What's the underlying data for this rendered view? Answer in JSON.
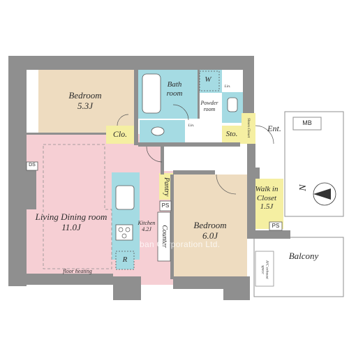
{
  "colors": {
    "wall": "#8f8f8f",
    "bedroom": "#eedcc0",
    "living": "#f6cfd4",
    "wet": "#a5dbe3",
    "storage": "#f5efa2",
    "background": "#ffffff"
  },
  "rooms": {
    "bedroom1": {
      "name": "Bedroom",
      "size": "5.3J"
    },
    "bath": {
      "line1": "Bath",
      "line2": "room"
    },
    "w": "W",
    "lin1": "Lin.",
    "powder": {
      "line1": "Powder",
      "line2": "room"
    },
    "lin2": "Lin.",
    "clo": "Clo.",
    "sto": "Sto.",
    "shoes": "Shoes Closet",
    "ent": "Ent.",
    "mb": "MB",
    "ds": "DS",
    "pantry": "Pantry",
    "ps1": "PS",
    "ps2": "PS",
    "kitchen": {
      "name": "Kitchen",
      "size": "4.2J"
    },
    "counter": "Counter",
    "living": {
      "name": "Living Dining room",
      "size": "11.0J"
    },
    "r": "R",
    "floor_heating": "floor heating",
    "bedroom2": {
      "name": "Bedroom",
      "size": "6.0J"
    },
    "walkin": {
      "line1": "Walk in",
      "line2": "Closet",
      "size": "1.5J"
    },
    "balcony": "Balcony",
    "ac": {
      "line1": "A/C exhaust",
      "line2": "space"
    },
    "north": "N"
  },
  "watermark": "ban Corporation Ltd."
}
